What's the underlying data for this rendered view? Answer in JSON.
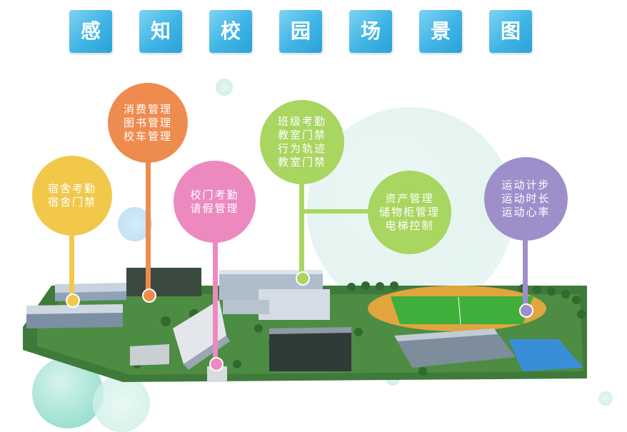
{
  "title": {
    "chars": [
      "感",
      "知",
      "校",
      "园",
      "场",
      "景",
      "图"
    ],
    "tile_color": "#3fb4e6"
  },
  "bubbles": [
    {
      "id": "dormitory",
      "color": "#f2c84b",
      "lines": [
        "宿舍考勤",
        "宿舍门禁"
      ]
    },
    {
      "id": "consumption",
      "color": "#ee8c4f",
      "lines": [
        "消费管理",
        "图书管理",
        "校车管理"
      ]
    },
    {
      "id": "gate",
      "color": "#ec8ac0",
      "lines": [
        "校门考勤",
        "请假管理"
      ]
    },
    {
      "id": "classroom",
      "color": "#a9d561",
      "lines": [
        "班级考勤",
        "教室门禁",
        "行为轨迹",
        "教室门禁"
      ]
    },
    {
      "id": "assets",
      "color": "#a9d561",
      "lines": [
        "资产管理",
        "储物柜管理",
        "电梯控制"
      ]
    },
    {
      "id": "sports",
      "color": "#9e8fcb",
      "lines": [
        "运动计步",
        "运动时长",
        "运动心率"
      ]
    }
  ]
}
